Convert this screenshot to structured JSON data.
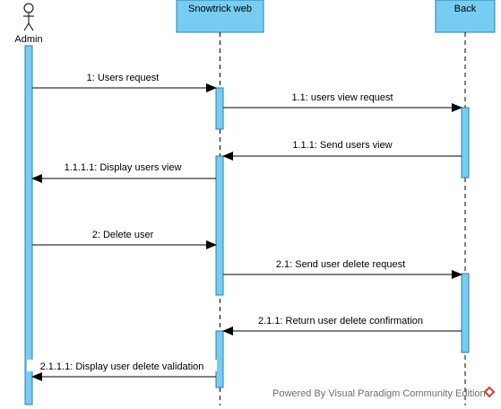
{
  "diagram": {
    "actor": {
      "label": "Admin"
    },
    "lifelines": [
      {
        "id": "web",
        "label": "Snowtrick web"
      },
      {
        "id": "back",
        "label": "Back"
      }
    ],
    "messages": [
      {
        "label": "1: Users request"
      },
      {
        "label": "1.1: users view request"
      },
      {
        "label": "1.1.1: Send users view"
      },
      {
        "label": "1.1.1.1: Display users view"
      },
      {
        "label": "2: Delete user"
      },
      {
        "label": "2.1: Send user delete request"
      },
      {
        "label": "2.1.1: Return user delete confirmation"
      },
      {
        "label": "2.1.1.1: Display user delete validation"
      }
    ],
    "watermark": "Powered By Visual Paradigm Community Edition",
    "colors": {
      "box_fill": "#77cdf1",
      "box_stroke": "#2a7fb0",
      "activation_fill": "#77cdf1",
      "line": "#000000",
      "logo": "#d53a3a"
    }
  }
}
